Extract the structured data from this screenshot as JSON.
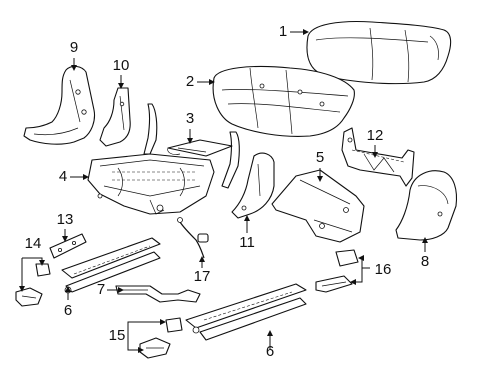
{
  "diagram": {
    "callouts": [
      {
        "id": "c1",
        "label": "1"
      },
      {
        "id": "c2",
        "label": "2"
      },
      {
        "id": "c3",
        "label": "3"
      },
      {
        "id": "c4",
        "label": "4"
      },
      {
        "id": "c5",
        "label": "5"
      },
      {
        "id": "c6a",
        "label": "6"
      },
      {
        "id": "c6b",
        "label": "6"
      },
      {
        "id": "c7",
        "label": "7"
      },
      {
        "id": "c8",
        "label": "8"
      },
      {
        "id": "c9",
        "label": "9"
      },
      {
        "id": "c10",
        "label": "10"
      },
      {
        "id": "c11",
        "label": "11"
      },
      {
        "id": "c12",
        "label": "12"
      },
      {
        "id": "c13",
        "label": "13"
      },
      {
        "id": "c14",
        "label": "14"
      },
      {
        "id": "c15",
        "label": "15"
      },
      {
        "id": "c16",
        "label": "16"
      },
      {
        "id": "c17",
        "label": "17"
      }
    ],
    "line_color": "#111111",
    "background": "#ffffff"
  }
}
